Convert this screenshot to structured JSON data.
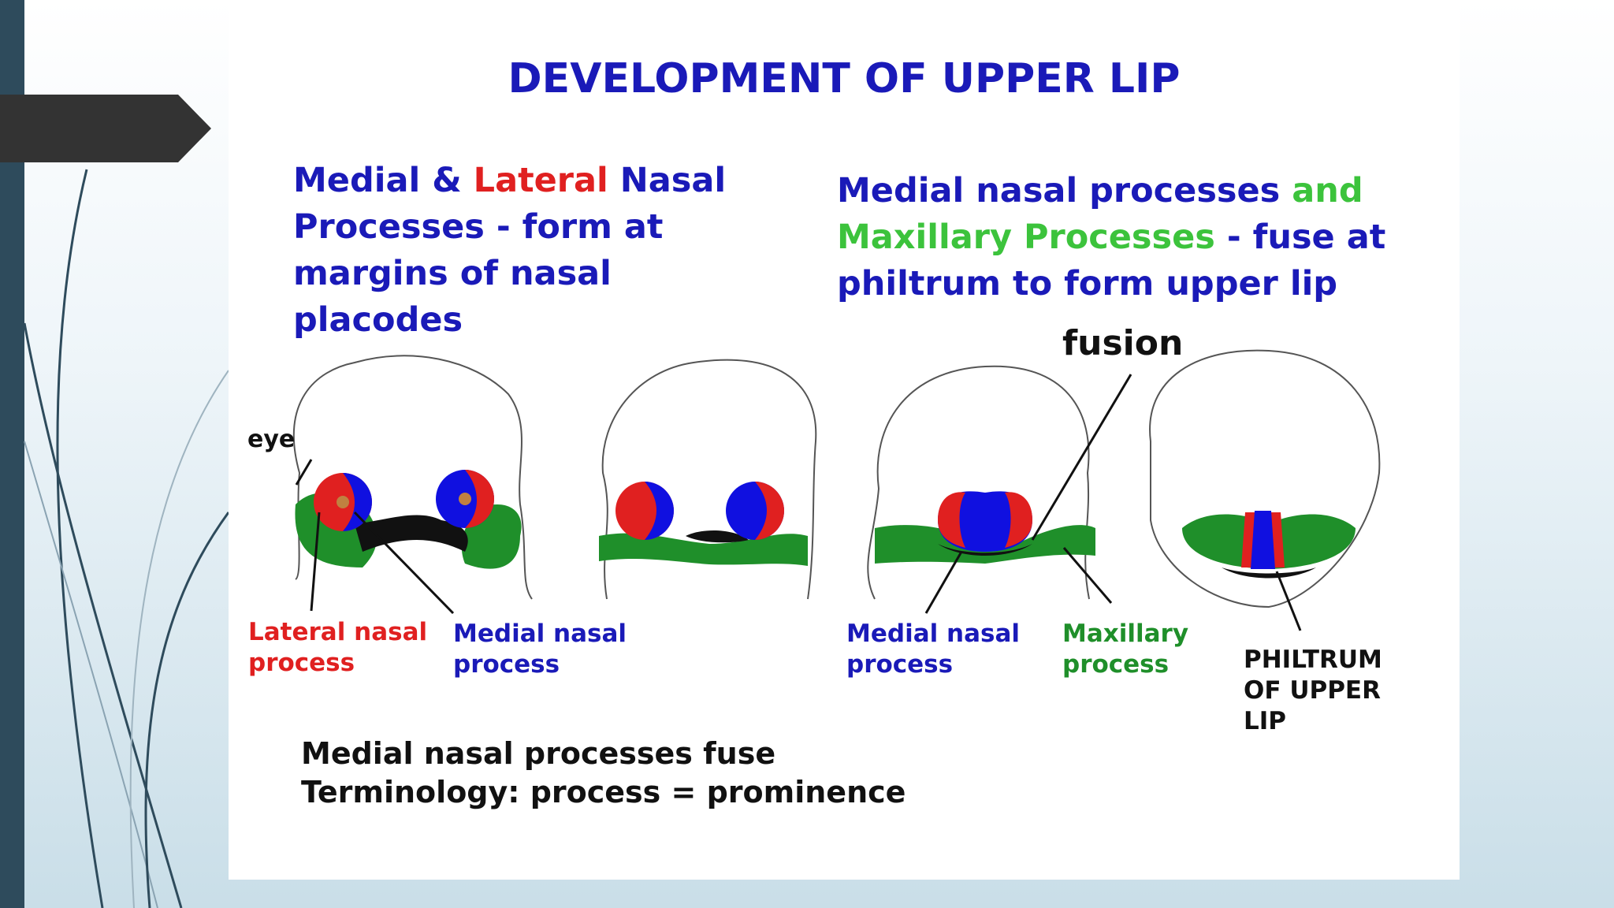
{
  "title": "DEVELOPMENT OF UPPER LIP",
  "caption_left": {
    "part1": "Medial & ",
    "part2": "Lateral",
    "part3": " Nasal",
    "line2": "Processes - form at",
    "line3": "margins of nasal",
    "line4": "placodes"
  },
  "caption_right": {
    "part1": "Medial nasal processes ",
    "part2": "and",
    "line2_green": "Maxillary Processes",
    "line2_blue": " - fuse at",
    "line3": "philtrum to form upper lip"
  },
  "labels": {
    "fusion": "fusion",
    "eye": "eye",
    "lateral_nasal_1": "Lateral nasal",
    "lateral_nasal_2": "process",
    "medial_nasal_a1": "Medial nasal",
    "medial_nasal_a2": "process",
    "medial_nasal_b1": "Medial nasal",
    "medial_nasal_b2": "process",
    "maxillary_1": "Maxillary",
    "maxillary_2": "process",
    "philtrum_1": "PHILTRUM",
    "philtrum_2": "OF UPPER",
    "philtrum_3": "LIP"
  },
  "footer": {
    "line1": "Medial nasal processes fuse",
    "line2": "Terminology: process = prominence"
  },
  "colors": {
    "title_blue": "#1a1ab8",
    "red": "#e02020",
    "green": "#3cc33c",
    "process_blue": "#1010e0",
    "maxillary_green": "#1f8f2a",
    "sidebar": "#2e4b5c"
  }
}
